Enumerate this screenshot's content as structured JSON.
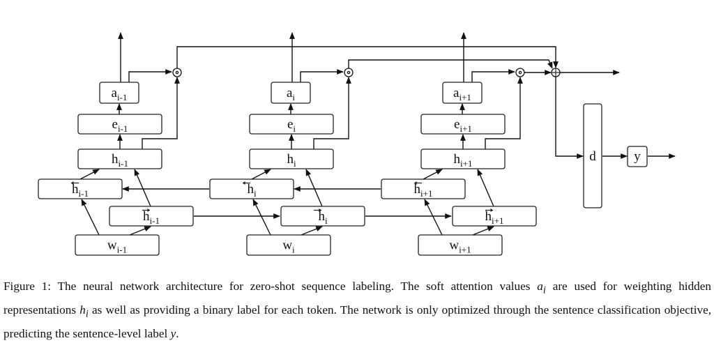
{
  "diagram": {
    "columns": [
      {
        "w": "w",
        "w_sub": "i-1",
        "fwd": "h",
        "fwd_sub": "i-1",
        "bwd": "h",
        "bwd_sub": "i-1",
        "h": "h",
        "h_sub": "i-1",
        "e": "e",
        "e_sub": "i-1",
        "a": "a",
        "a_sub": "i-1"
      },
      {
        "w": "w",
        "w_sub": "i",
        "fwd": "h",
        "fwd_sub": "i",
        "bwd": "h",
        "bwd_sub": "i",
        "h": "h",
        "h_sub": "i",
        "e": "e",
        "e_sub": "i",
        "a": "a",
        "a_sub": "i"
      },
      {
        "w": "w",
        "w_sub": "i+1",
        "fwd": "h",
        "fwd_sub": "i+1",
        "bwd": "h",
        "bwd_sub": "i+1",
        "h": "h",
        "h_sub": "i+1",
        "e": "e",
        "e_sub": "i+1",
        "a": "a",
        "a_sub": "i+1"
      }
    ],
    "multiply_symbol": "⊙",
    "sum_symbol": "⊕",
    "d_label": "d",
    "y_label": "y"
  },
  "caption": {
    "part1": "Figure 1: The neural network architecture for zero-shot sequence labeling. The soft attention values ",
    "ai": "a",
    "ai_sub": "i",
    "part2": " are used for weighting hidden representations ",
    "hi": "h",
    "hi_sub": "i",
    "part3": " as well as providing a binary label for each token. The network is only optimized through the sentence classification objective, predicting the sentence-level label ",
    "y": "y",
    "part4": "."
  }
}
